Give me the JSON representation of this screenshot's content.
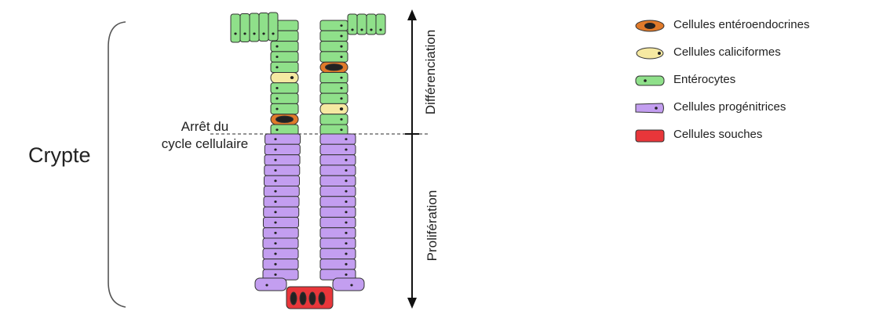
{
  "labels": {
    "crypte": "Crypte",
    "arret_line1": "Arrêt du",
    "arret_line2": "cycle cellulaire",
    "differenciation": "Différenciation",
    "proliferation": "Prolifération"
  },
  "legend": [
    {
      "label": "Cellules entéroendocrines",
      "color": "#e07a2a",
      "icon": "enteroendocrine-cell-icon"
    },
    {
      "label": "Cellules caliciformes",
      "color": "#f6e9a2",
      "icon": "goblet-cell-icon"
    },
    {
      "label": "Entérocytes",
      "color": "#8fe08a",
      "icon": "enterocyte-icon"
    },
    {
      "label": "Cellules progénitrices",
      "color": "#c39ef0",
      "icon": "progenitor-cell-icon"
    },
    {
      "label": "Cellules souches",
      "color": "#e8363a",
      "icon": "stem-cell-icon"
    }
  ],
  "colors": {
    "enterocyte": "#8fe08a",
    "progenitor": "#c39ef0",
    "stem": "#e8363a",
    "goblet": "#f6e9a2",
    "enteroendocrine": "#e07a2a",
    "outline": "#333333"
  }
}
